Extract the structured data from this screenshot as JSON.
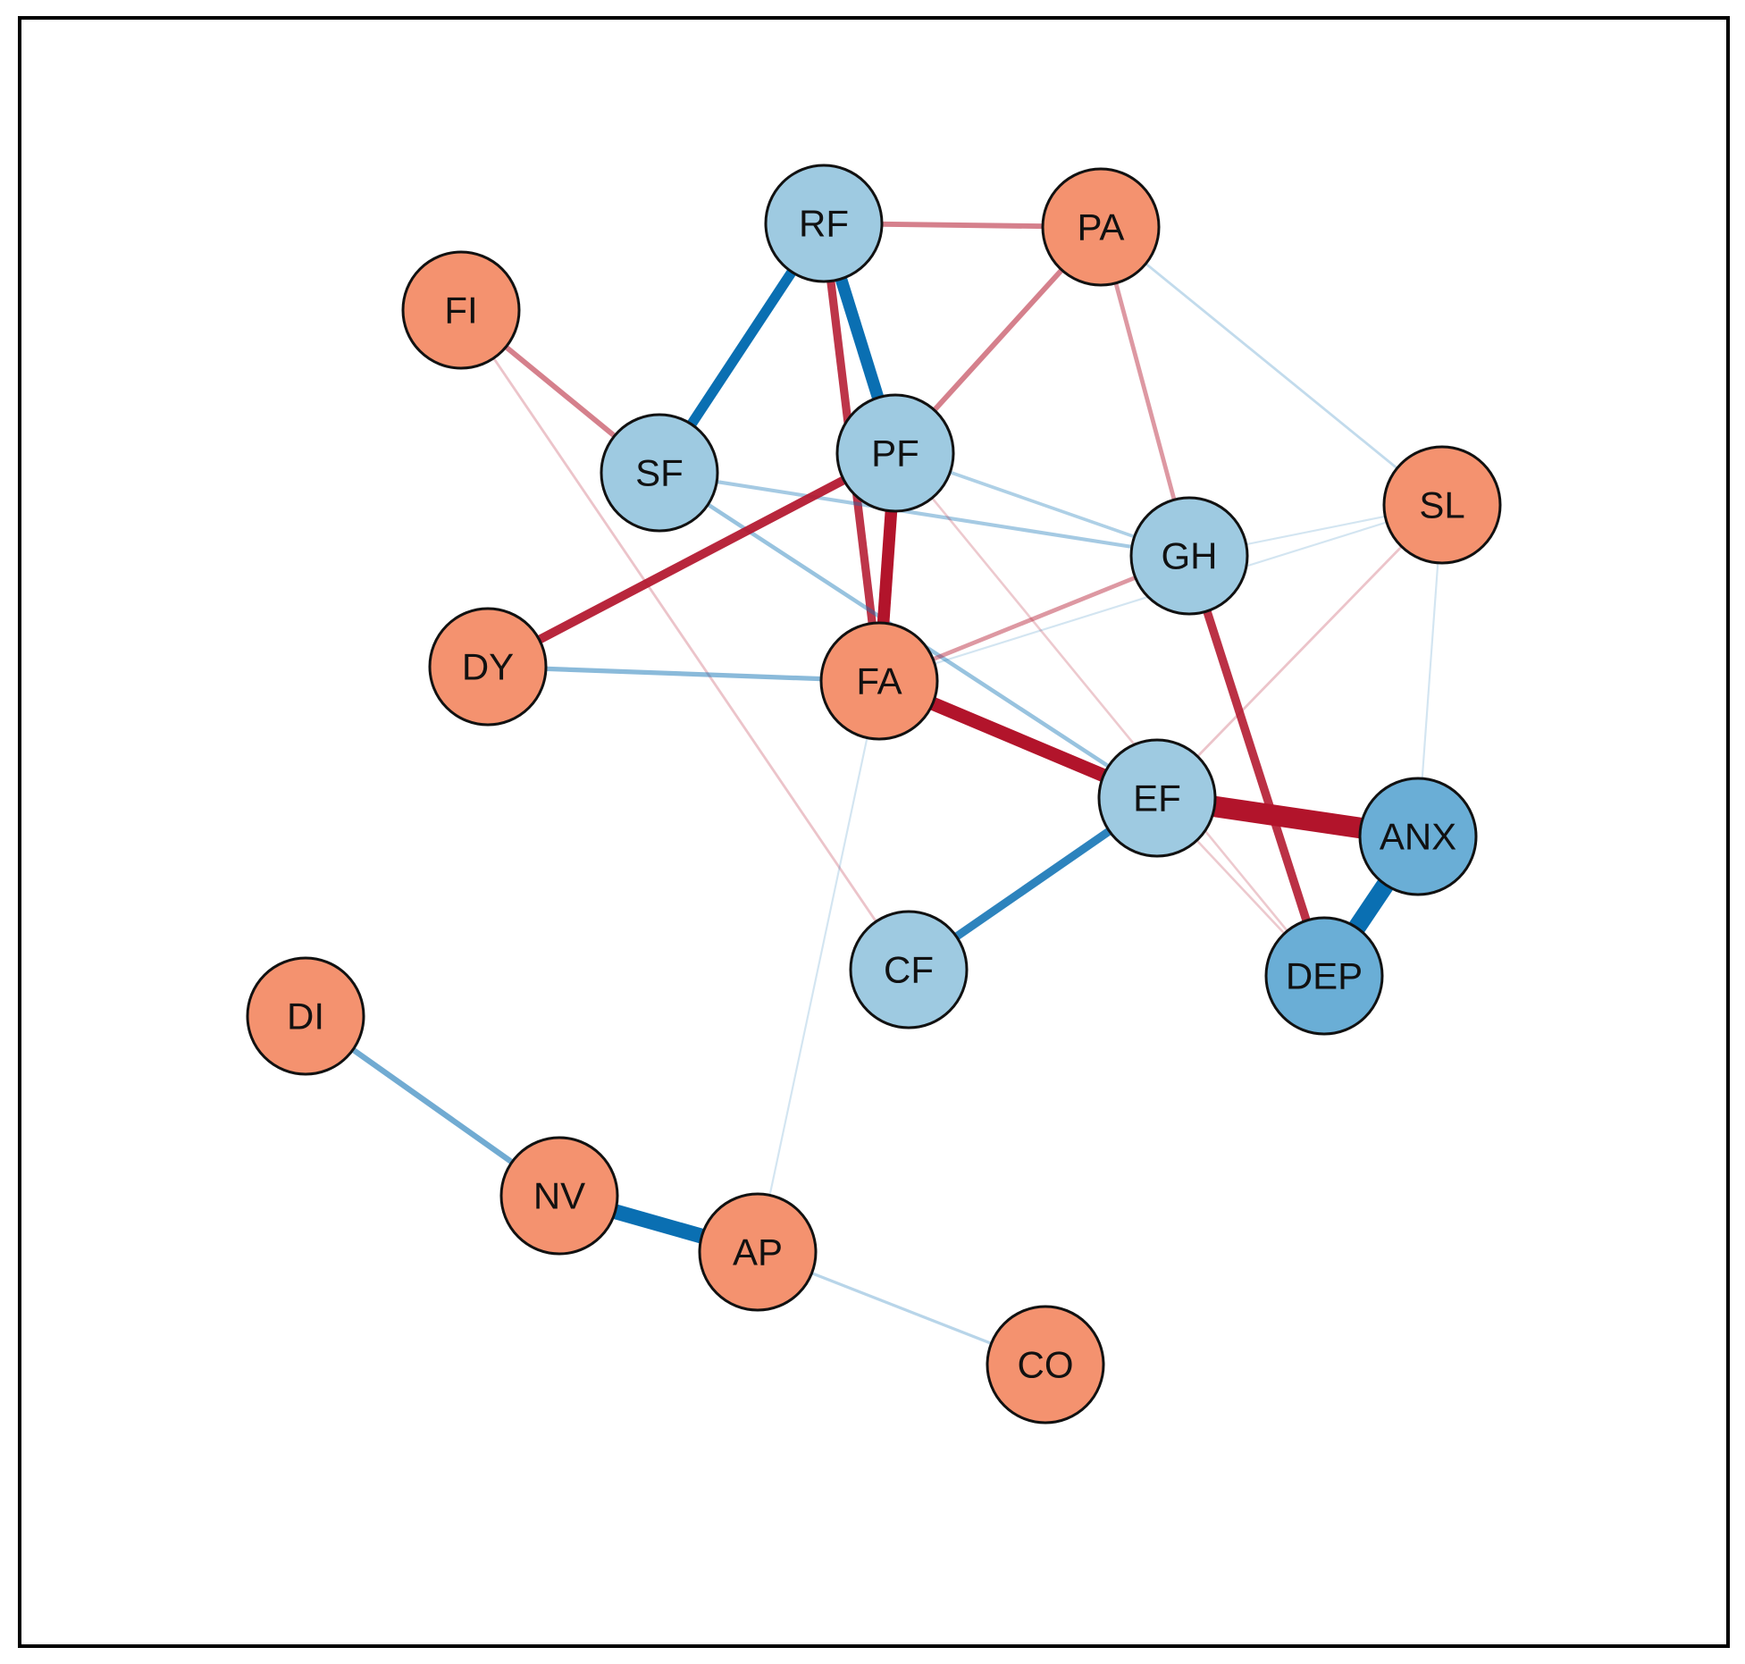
{
  "network": {
    "colors": {
      "symptom_node": "#f4926f",
      "function_node": "#9ecae1",
      "psych_node": "#6aaed6",
      "positive_edge": "#0a6fb2",
      "negative_edge": "#b2142b",
      "node_stroke": "#111111"
    },
    "groups": {
      "symptom": "symptom_node",
      "function": "function_node",
      "psych": "psych_node"
    },
    "nodes": [
      {
        "id": "RF",
        "label": "RF",
        "group": "function"
      },
      {
        "id": "PA",
        "label": "PA",
        "group": "symptom"
      },
      {
        "id": "FI",
        "label": "FI",
        "group": "symptom"
      },
      {
        "id": "SF",
        "label": "SF",
        "group": "function"
      },
      {
        "id": "PF",
        "label": "PF",
        "group": "function"
      },
      {
        "id": "SL",
        "label": "SL",
        "group": "symptom"
      },
      {
        "id": "GH",
        "label": "GH",
        "group": "function"
      },
      {
        "id": "DY",
        "label": "DY",
        "group": "symptom"
      },
      {
        "id": "FA",
        "label": "FA",
        "group": "symptom"
      },
      {
        "id": "EF",
        "label": "EF",
        "group": "function"
      },
      {
        "id": "ANX",
        "label": "ANX",
        "group": "psych"
      },
      {
        "id": "CF",
        "label": "CF",
        "group": "function"
      },
      {
        "id": "DEP",
        "label": "DEP",
        "group": "psych"
      },
      {
        "id": "DI",
        "label": "DI",
        "group": "symptom"
      },
      {
        "id": "NV",
        "label": "NV",
        "group": "symptom"
      },
      {
        "id": "AP",
        "label": "AP",
        "group": "symptom"
      },
      {
        "id": "CO",
        "label": "CO",
        "group": "symptom"
      }
    ],
    "edges": [
      {
        "from": "RF",
        "to": "PA",
        "sign": "negative",
        "weight": 0.2
      },
      {
        "from": "RF",
        "to": "SF",
        "sign": "positive",
        "weight": 0.45
      },
      {
        "from": "RF",
        "to": "PF",
        "sign": "positive",
        "weight": 0.55
      },
      {
        "from": "RF",
        "to": "FA",
        "sign": "negative",
        "weight": 0.35
      },
      {
        "from": "PA",
        "to": "PF",
        "sign": "negative",
        "weight": 0.2
      },
      {
        "from": "PA",
        "to": "GH",
        "sign": "negative",
        "weight": 0.15
      },
      {
        "from": "PA",
        "to": "SL",
        "sign": "positive",
        "weight": 0.06
      },
      {
        "from": "FI",
        "to": "SF",
        "sign": "negative",
        "weight": 0.2
      },
      {
        "from": "FI",
        "to": "CF",
        "sign": "negative",
        "weight": 0.06
      },
      {
        "from": "SF",
        "to": "GH",
        "sign": "positive",
        "weight": 0.12
      },
      {
        "from": "SF",
        "to": "EF",
        "sign": "positive",
        "weight": 0.14
      },
      {
        "from": "PF",
        "to": "DY",
        "sign": "negative",
        "weight": 0.38
      },
      {
        "from": "PF",
        "to": "FA",
        "sign": "negative",
        "weight": 0.55
      },
      {
        "from": "PF",
        "to": "GH",
        "sign": "positive",
        "weight": 0.1
      },
      {
        "from": "PF",
        "to": "DEP",
        "sign": "negative",
        "weight": 0.05
      },
      {
        "from": "GH",
        "to": "FA",
        "sign": "negative",
        "weight": 0.15
      },
      {
        "from": "GH",
        "to": "DEP",
        "sign": "negative",
        "weight": 0.36
      },
      {
        "from": "GH",
        "to": "SL",
        "sign": "positive",
        "weight": 0.03
      },
      {
        "from": "SL",
        "to": "EF",
        "sign": "negative",
        "weight": 0.06
      },
      {
        "from": "SL",
        "to": "ANX",
        "sign": "positive",
        "weight": 0.03
      },
      {
        "from": "DY",
        "to": "FA",
        "sign": "positive",
        "weight": 0.17
      },
      {
        "from": "FA",
        "to": "EF",
        "sign": "negative",
        "weight": 0.62
      },
      {
        "from": "FA",
        "to": "AP",
        "sign": "positive",
        "weight": 0.03
      },
      {
        "from": "FA",
        "to": "SL",
        "sign": "positive",
        "weight": 0.03
      },
      {
        "from": "EF",
        "to": "ANX",
        "sign": "negative",
        "weight": 1.0
      },
      {
        "from": "EF",
        "to": "CF",
        "sign": "positive",
        "weight": 0.35
      },
      {
        "from": "EF",
        "to": "DEP",
        "sign": "negative",
        "weight": 0.05
      },
      {
        "from": "ANX",
        "to": "DEP",
        "sign": "positive",
        "weight": 0.85
      },
      {
        "from": "DI",
        "to": "NV",
        "sign": "positive",
        "weight": 0.22
      },
      {
        "from": "NV",
        "to": "AP",
        "sign": "positive",
        "weight": 0.7
      },
      {
        "from": "AP",
        "to": "CO",
        "sign": "positive",
        "weight": 0.08
      }
    ]
  }
}
